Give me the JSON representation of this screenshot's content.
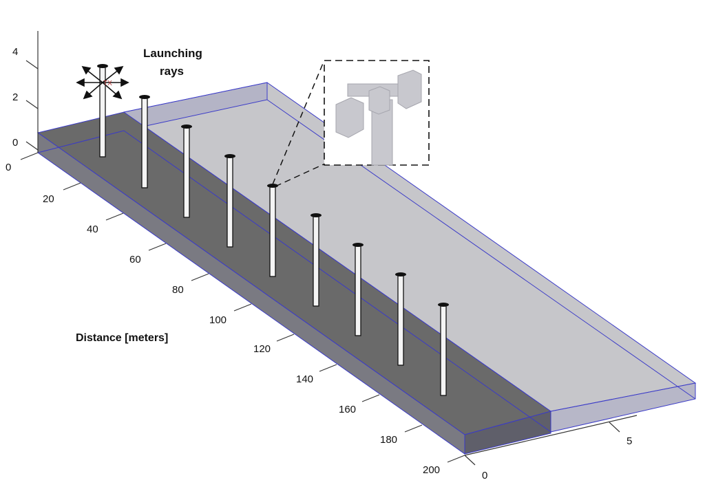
{
  "annotations": {
    "launching_rays": [
      "Launching",
      "rays"
    ],
    "distance_axis": "Distance [meters]",
    "transmitter": "TX"
  },
  "axes": {
    "vertical_ticks": [
      "4",
      "2",
      "0"
    ],
    "distance_ticks": [
      "0",
      "20",
      "40",
      "60",
      "80",
      "100",
      "120",
      "140",
      "160",
      "180",
      "200"
    ],
    "width_ticks": [
      "0",
      "5"
    ]
  },
  "scene": {
    "pole_count": 9,
    "colors": {
      "dark_lane": "#6e6e6e",
      "light_lane": "#c4c4c8",
      "edge_blue": "#3a3ac8",
      "inset_fill": "#c8c8ce"
    }
  }
}
